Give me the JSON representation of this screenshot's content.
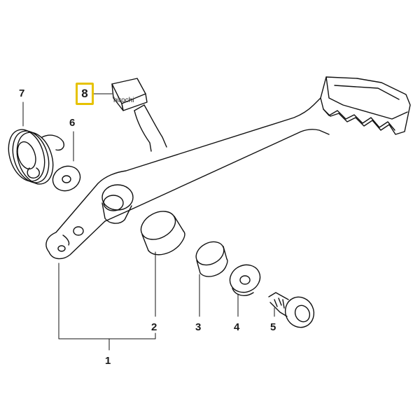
{
  "callouts": {
    "part_1": "1",
    "part_2": "2",
    "part_3": "3",
    "part_4": "4",
    "part_5": "5",
    "part_6": "6",
    "part_7": "7",
    "part_8": "8"
  },
  "highlight_color": "#e6c200",
  "watermark": "hirochi"
}
